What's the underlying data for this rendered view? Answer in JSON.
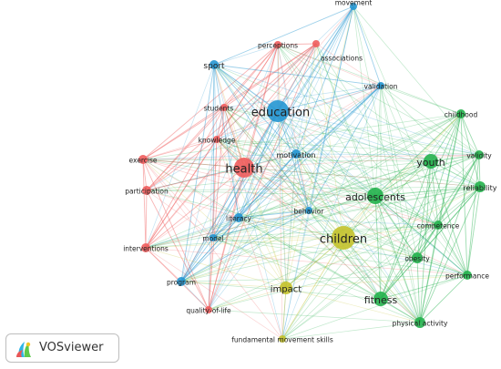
{
  "colors": {
    "red": "#ef5d5d",
    "blue": "#2596d1",
    "green": "#23b14d",
    "yellow": "#c4c22b"
  },
  "clusters": {
    "red": [
      "perceptions",
      "associations",
      "students",
      "knowledge",
      "health",
      "exercise",
      "participation",
      "interventions",
      "quality-of-life"
    ],
    "blue": [
      "movement",
      "sport",
      "validation",
      "education",
      "motivation",
      "behavior",
      "literacy",
      "model",
      "program"
    ],
    "green": [
      "childhood",
      "youth",
      "validity",
      "adolescents",
      "reliability",
      "competence",
      "obesity",
      "performance",
      "fitness",
      "physical activity"
    ],
    "yellow": [
      "children",
      "impact",
      "fundamental movement skills"
    ]
  },
  "nodes": [
    {
      "id": "movement",
      "label": "movement",
      "cluster": "blue"
    },
    {
      "id": "perceptions",
      "label": "perceptions",
      "cluster": "red"
    },
    {
      "id": "associations",
      "label": "associations",
      "cluster": "red"
    },
    {
      "id": "sport",
      "label": "sport",
      "cluster": "blue"
    },
    {
      "id": "validation",
      "label": "validation",
      "cluster": "blue"
    },
    {
      "id": "students",
      "label": "students",
      "cluster": "red"
    },
    {
      "id": "education",
      "label": "education",
      "cluster": "blue"
    },
    {
      "id": "childhood",
      "label": "childhood",
      "cluster": "green"
    },
    {
      "id": "knowledge",
      "label": "knowledge",
      "cluster": "red"
    },
    {
      "id": "motivation",
      "label": "motivation",
      "cluster": "blue"
    },
    {
      "id": "exercise",
      "label": "exercise",
      "cluster": "red"
    },
    {
      "id": "health",
      "label": "health",
      "cluster": "red"
    },
    {
      "id": "youth",
      "label": "youth",
      "cluster": "green"
    },
    {
      "id": "validity",
      "label": "validity",
      "cluster": "green"
    },
    {
      "id": "participation",
      "label": "participation",
      "cluster": "red"
    },
    {
      "id": "adolescents",
      "label": "adolescents",
      "cluster": "green"
    },
    {
      "id": "reliability",
      "label": "reliability",
      "cluster": "green"
    },
    {
      "id": "behavior",
      "label": "behavior",
      "cluster": "blue"
    },
    {
      "id": "literacy",
      "label": "literacy",
      "cluster": "blue"
    },
    {
      "id": "competence",
      "label": "competence",
      "cluster": "green"
    },
    {
      "id": "children",
      "label": "children",
      "cluster": "yellow"
    },
    {
      "id": "model",
      "label": "model",
      "cluster": "blue"
    },
    {
      "id": "interventions",
      "label": "interventions",
      "cluster": "red"
    },
    {
      "id": "obesity",
      "label": "obesity",
      "cluster": "green"
    },
    {
      "id": "performance",
      "label": "performance",
      "cluster": "green"
    },
    {
      "id": "program",
      "label": "program",
      "cluster": "blue"
    },
    {
      "id": "impact",
      "label": "impact",
      "cluster": "yellow"
    },
    {
      "id": "fitness",
      "label": "fitness",
      "cluster": "green"
    },
    {
      "id": "quality-of-life",
      "label": "quality-of-life",
      "cluster": "red"
    },
    {
      "id": "physical activity",
      "label": "physical activity",
      "cluster": "green"
    },
    {
      "id": "fundamental movement skills",
      "label": "fundamental movement skills",
      "cluster": "yellow"
    }
  ],
  "branding": {
    "logo_text": "VOSviewer",
    "logo_icon": "vosviewer-logo-icon"
  }
}
